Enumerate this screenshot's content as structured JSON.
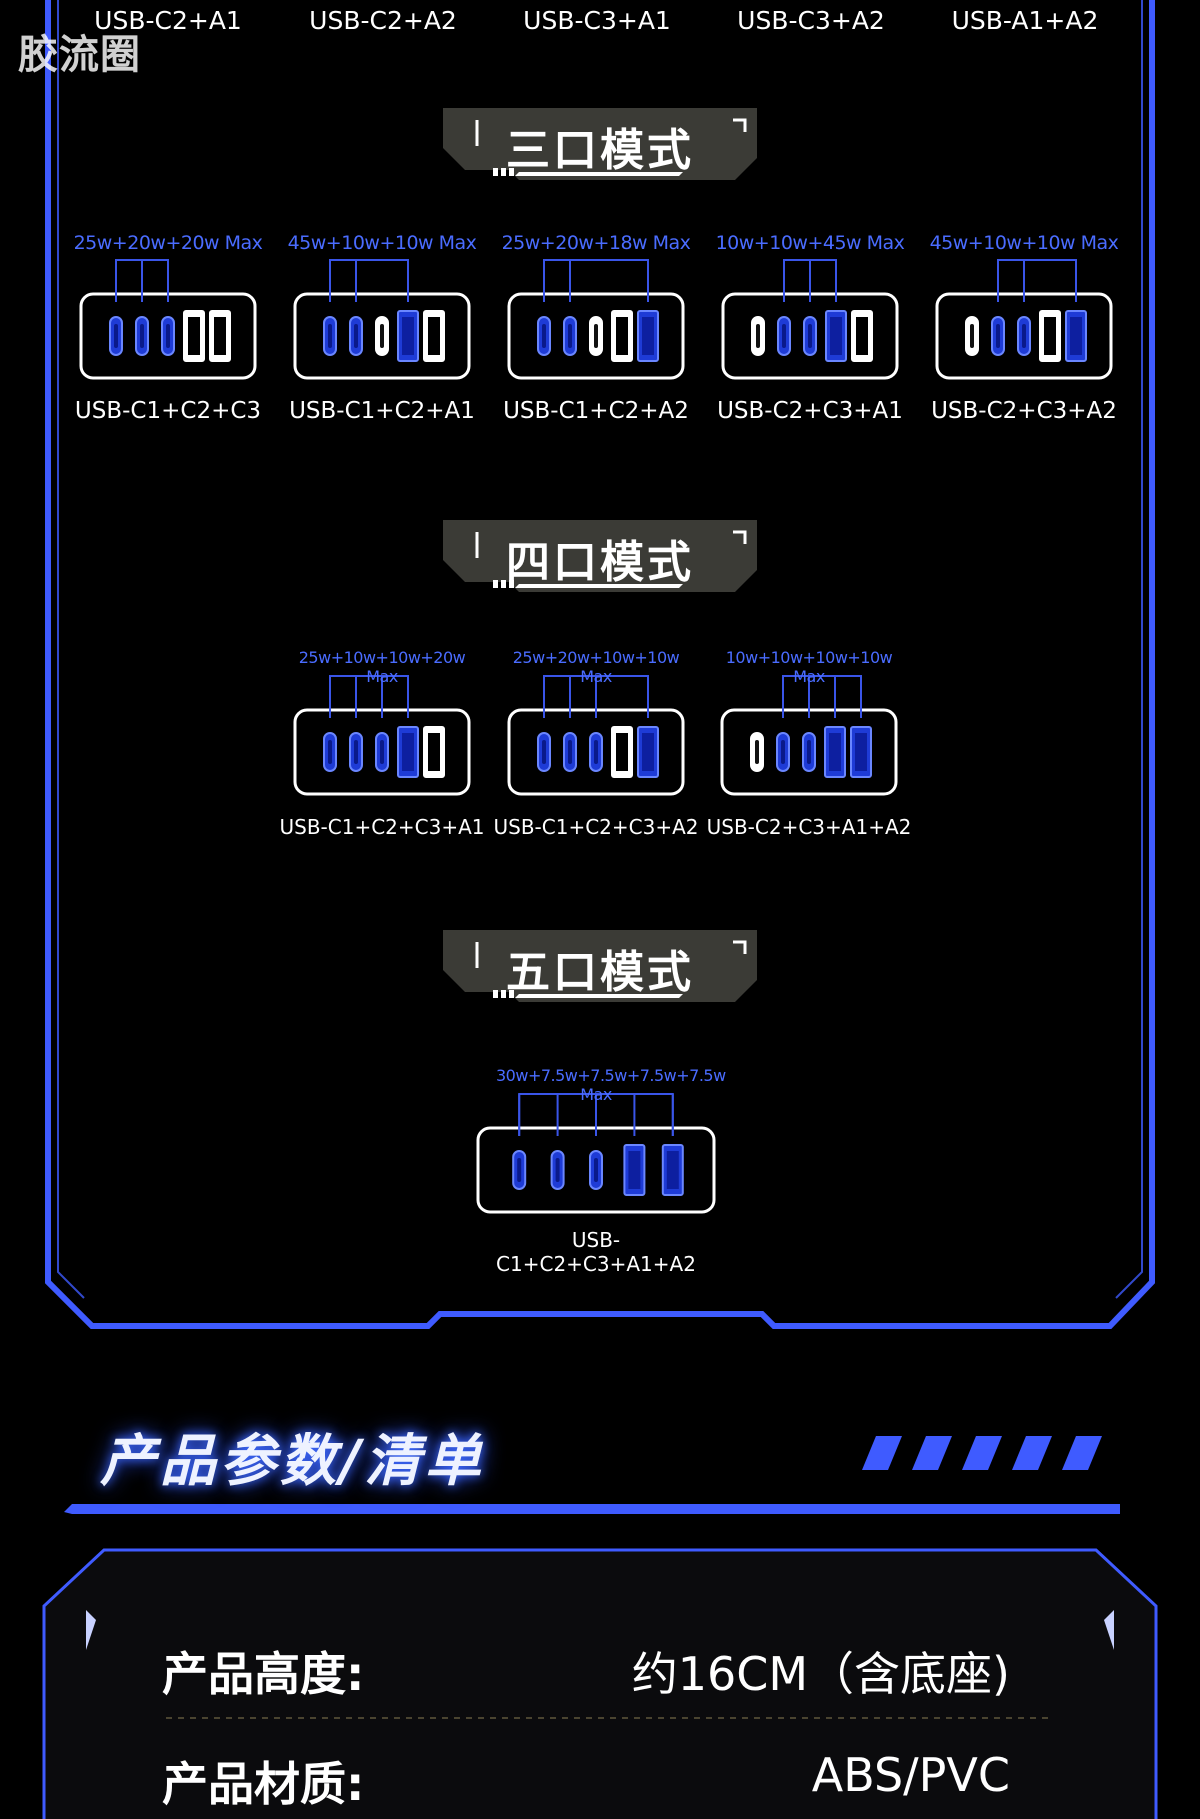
{
  "watermark": "胶流圈",
  "top_labels": [
    "USB-C2+A1",
    "USB-C2+A2",
    "USB-C3+A1",
    "USB-C3+A2",
    "USB-A1+A2"
  ],
  "sections": [
    {
      "title": "三口模式",
      "modes": [
        {
          "watt": "25w+20w+20w Max",
          "label": "USB-C1+C2+C3",
          "ports": [
            "C1",
            "C2",
            "C3",
            "A1",
            "A2"
          ],
          "active": [
            true,
            true,
            true,
            false,
            false
          ]
        },
        {
          "watt": "45w+10w+10w Max",
          "label": "USB-C1+C2+A1",
          "ports": [
            "C1",
            "C2",
            "C3",
            "A1",
            "A2"
          ],
          "active": [
            true,
            true,
            false,
            true,
            false
          ]
        },
        {
          "watt": "25w+20w+18w Max",
          "label": "USB-C1+C2+A2",
          "ports": [
            "C1",
            "C2",
            "C3",
            "A1",
            "A2"
          ],
          "active": [
            true,
            true,
            false,
            false,
            true
          ]
        },
        {
          "watt": "10w+10w+45w Max",
          "label": "USB-C2+C3+A1",
          "ports": [
            "C1",
            "C2",
            "C3",
            "A1",
            "A2"
          ],
          "active": [
            false,
            true,
            true,
            true,
            false
          ]
        },
        {
          "watt": "45w+10w+10w Max",
          "label": "USB-C2+C3+A2",
          "ports": [
            "C1",
            "C2",
            "C3",
            "A1",
            "A2"
          ],
          "active": [
            false,
            true,
            true,
            false,
            true
          ]
        }
      ]
    },
    {
      "title": "四口模式",
      "modes": [
        {
          "watt": "25w+10w+10w+20w Max",
          "label": "USB-C1+C2+C3+A1",
          "ports": [
            "C1",
            "C2",
            "C3",
            "A1",
            "A2"
          ],
          "active": [
            true,
            true,
            true,
            true,
            false
          ]
        },
        {
          "watt": "25w+20w+10w+10w Max",
          "label": "USB-C1+C2+C3+A2",
          "ports": [
            "C1",
            "C2",
            "C3",
            "A1",
            "A2"
          ],
          "active": [
            true,
            true,
            true,
            false,
            true
          ]
        },
        {
          "watt": "10w+10w+10w+10w Max",
          "label": "USB-C2+C3+A1+A2",
          "ports": [
            "C1",
            "C2",
            "C3",
            "A1",
            "A2"
          ],
          "active": [
            false,
            true,
            true,
            true,
            true
          ]
        }
      ]
    },
    {
      "title": "五口模式",
      "modes": [
        {
          "watt": "30w+7.5w+7.5w+7.5w+7.5w Max",
          "label": "USB-C1+C2+C3+A1+A2",
          "ports": [
            "C1",
            "C2",
            "C3",
            "A1",
            "A2"
          ],
          "active": [
            true,
            true,
            true,
            true,
            true
          ]
        }
      ]
    }
  ],
  "params": {
    "title": "产品参数/清单",
    "rows": [
      {
        "label": "产品高度:",
        "value": "约16CM（含底座)"
      },
      {
        "label": "产品材质:",
        "value": "ABS/PVC"
      }
    ]
  },
  "colors": {
    "accent": "#3f5bff",
    "port_active": "#1e3bd6",
    "line": "#3a55e8",
    "banner": "#3b3b36"
  }
}
